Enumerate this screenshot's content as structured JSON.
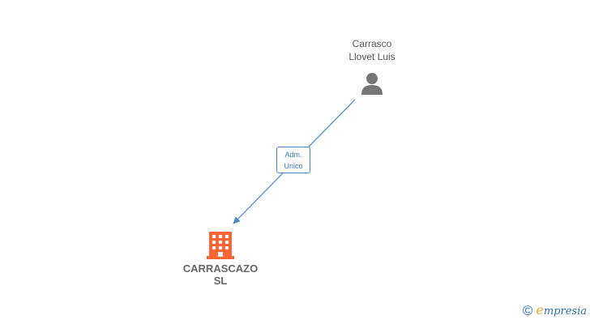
{
  "diagram": {
    "person": {
      "name_line1": "Carrasco",
      "name_line2": "Llovet Luis",
      "icon": "person-icon"
    },
    "company": {
      "name_line1": "CARRASCAZO",
      "name_line2": "SL",
      "icon": "building-icon"
    },
    "relation": {
      "line1": "Adm.",
      "line2": "Unico"
    },
    "colors": {
      "edge": "#4a86cf",
      "person": "#777777",
      "company": "#ff6633"
    }
  },
  "footer": {
    "copyright_symbol": "©",
    "brand_first": "e",
    "brand_rest": "mpresia"
  }
}
